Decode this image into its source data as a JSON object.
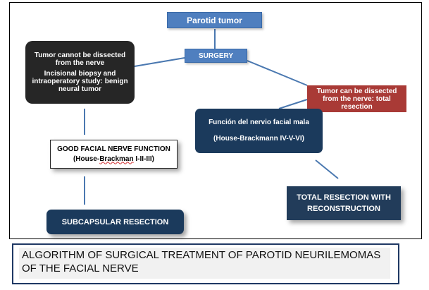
{
  "title": "Parotid tumor",
  "surgery": "SURGERY",
  "cannot_dissect": {
    "line1": "Tumor cannot be dissected from the nerve",
    "line2": "Incisional biopsy and intraoperatory study: benign neural tumor"
  },
  "can_dissect": "Tumor can be dissected from the nerve: total resection",
  "bad_function": {
    "line1": "Función del nervio facial mala",
    "line2": "(House-Brackmann IV-V-VI)"
  },
  "good_function": {
    "line1": "GOOD FACIAL NERVE FUNCTION",
    "line2_pre": "(House-",
    "line2_word": "Brackman",
    "line2_post": " I-II-III)"
  },
  "subcapsular": "SUBCAPSULAR RESECTION",
  "total_resection": "TOTAL RESECTION WITH RECONSTRUCTION",
  "caption": "ALGORITHM OF SURGICAL TREATMENT OF PAROTID NEURILEMOMAS OF THE FACIAL NERVE",
  "colors": {
    "node_blue": "#4f7fbf",
    "node_dark": "#262626",
    "node_red": "#a93a36",
    "node_navy": "#1b3a5c",
    "connector": "#4a78b0"
  }
}
